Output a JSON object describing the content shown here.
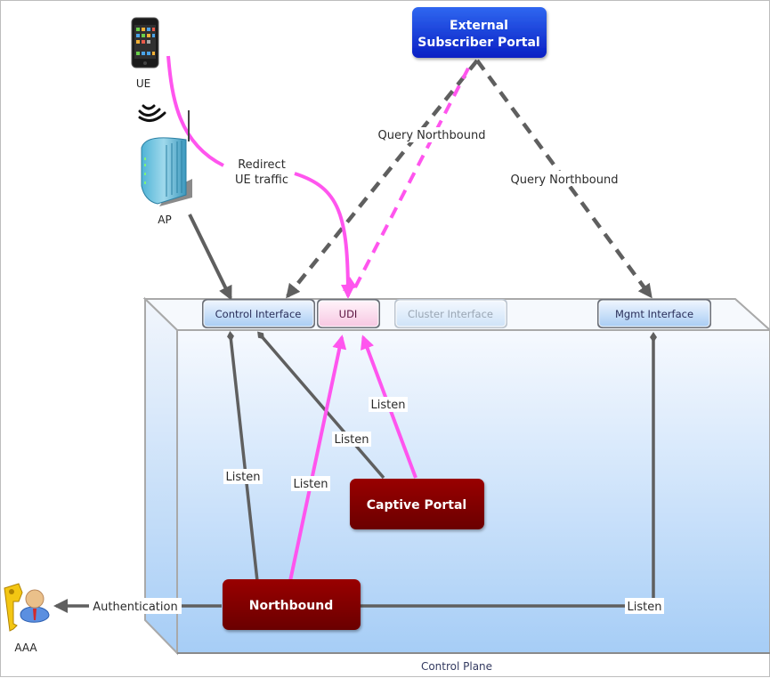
{
  "devices": {
    "ue": {
      "label": "UE",
      "icon": "smartphone-icon"
    },
    "wireless": {
      "icon": "wifi-signal-icon"
    },
    "ap": {
      "label": "AP",
      "icon": "access-point-icon"
    },
    "aaa": {
      "label": "AAA",
      "icon": "key-user-icon"
    }
  },
  "nodes": {
    "external_portal": {
      "line1": "External",
      "line2": "Subscriber Portal",
      "color": "#1a3fd6"
    },
    "captive_portal": {
      "label": "Captive Portal",
      "color": "#8b0000"
    },
    "northbound": {
      "label": "Northbound",
      "color": "#8b0000"
    }
  },
  "interfaces": {
    "control": {
      "label": "Control Interface",
      "state": "active"
    },
    "udi": {
      "label": "UDI",
      "state": "highlighted"
    },
    "cluster": {
      "label": "Cluster Interface",
      "state": "disabled"
    },
    "mgmt": {
      "label": "Mgmt Interface",
      "state": "active"
    }
  },
  "container": {
    "label": "Control Plane"
  },
  "edge_labels": {
    "redirect_line1": "Redirect",
    "redirect_line2": "UE traffic",
    "query_northbound_1": "Query Northbound",
    "query_northbound_2": "Query Northbound",
    "listen_control_northbound": "Listen",
    "listen_udi_northbound": "Listen",
    "listen_control_captive": "Listen",
    "listen_udi_captive": "Listen",
    "listen_mgmt_northbound": "Listen",
    "authentication": "Authentication"
  },
  "colors": {
    "gray_edge": "#5f5f5f",
    "magenta_edge": "#ff55ee",
    "plane_top": "#f4f8fd",
    "plane_bottom": "#a9cff7"
  }
}
